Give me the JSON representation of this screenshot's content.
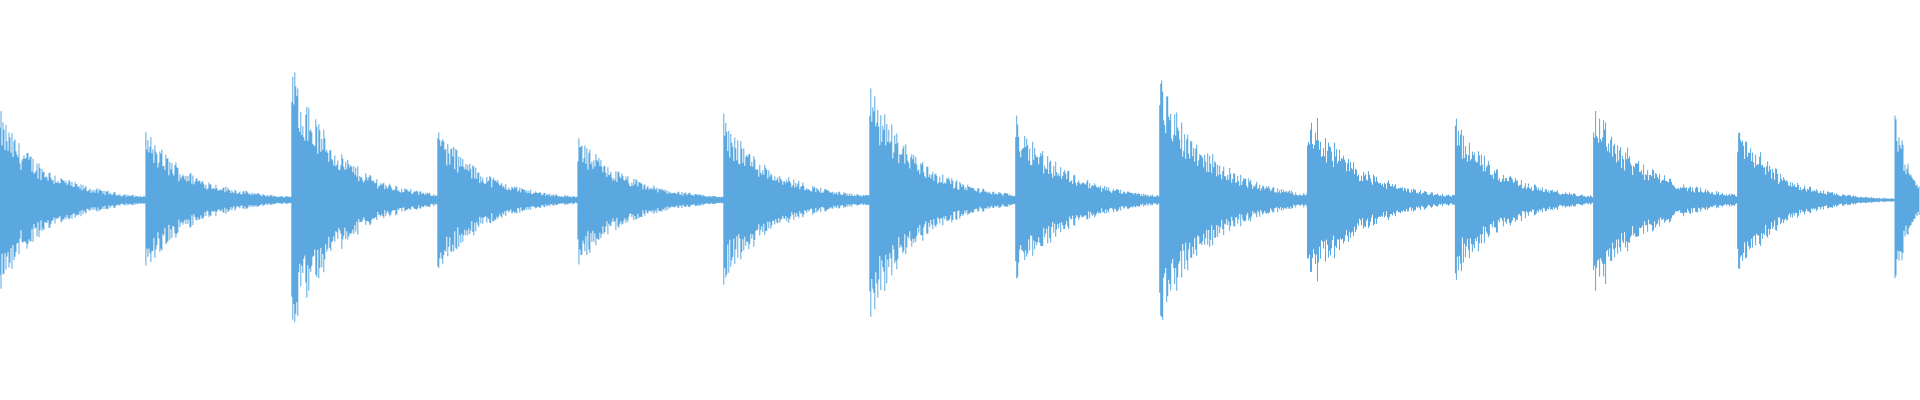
{
  "waveform": {
    "color": "#5ba8e0",
    "background": "#ffffff",
    "duration": 1,
    "amplitude_range": [
      -1,
      1
    ],
    "transients": [
      {
        "time": 0.0,
        "peak": 0.46,
        "decay": 0.052
      },
      {
        "time": 0.076,
        "peak": 0.37,
        "decay": 0.053
      },
      {
        "time": 0.152,
        "peak": 0.73,
        "decay": 0.051
      },
      {
        "time": 0.228,
        "peak": 0.4,
        "decay": 0.051
      },
      {
        "time": 0.301,
        "peak": 0.34,
        "decay": 0.055
      },
      {
        "time": 0.377,
        "peak": 0.45,
        "decay": 0.055
      },
      {
        "time": 0.453,
        "peak": 0.65,
        "decay": 0.052
      },
      {
        "time": 0.529,
        "peak": 0.46,
        "decay": 0.054
      },
      {
        "time": 0.604,
        "peak": 0.67,
        "decay": 0.055
      },
      {
        "time": 0.681,
        "peak": 0.52,
        "decay": 0.054
      },
      {
        "time": 0.758,
        "peak": 0.43,
        "decay": 0.052
      },
      {
        "time": 0.83,
        "peak": 0.55,
        "decay": 0.054
      },
      {
        "time": 0.905,
        "peak": 0.43,
        "decay": 0.044
      },
      {
        "time": 0.987,
        "peak": 0.57,
        "decay": 0.013
      }
    ]
  }
}
